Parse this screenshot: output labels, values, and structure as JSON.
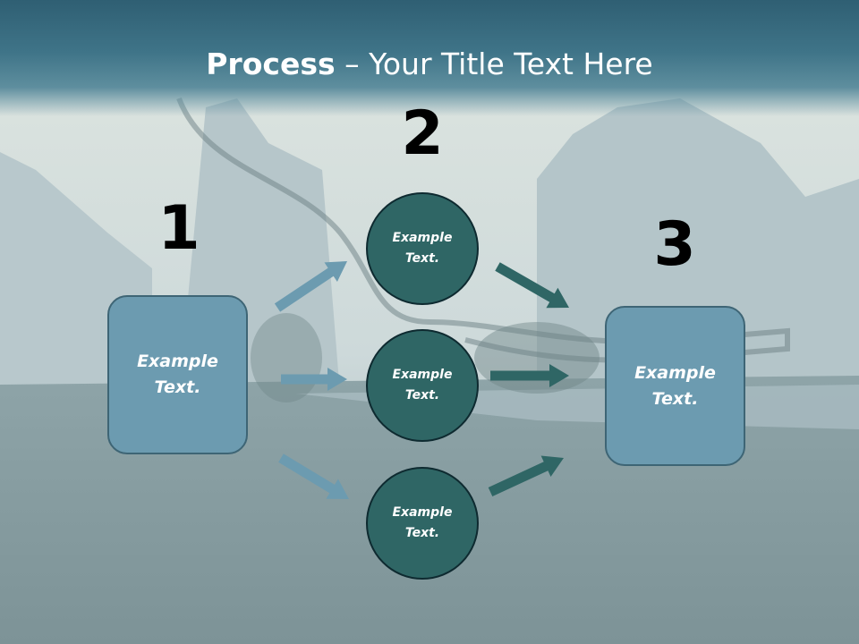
{
  "slide": {
    "title_bold": "Process",
    "title_rest": " – Your Title Text Here"
  },
  "steps": {
    "step1": {
      "number": "1",
      "label": "Example\nText."
    },
    "step2": {
      "number": "2",
      "items": [
        {
          "label": "Example\nText."
        },
        {
          "label": "Example\nText."
        },
        {
          "label": "Example\nText."
        }
      ]
    },
    "step3": {
      "number": "3",
      "label": "Example\nText."
    }
  },
  "colors": {
    "box_fill": "#6c9bb0",
    "circle_fill": "#2f6665",
    "arrow_light": "#6c9bb0",
    "arrow_dark": "#2f6665",
    "title_band": "#3f7488"
  }
}
